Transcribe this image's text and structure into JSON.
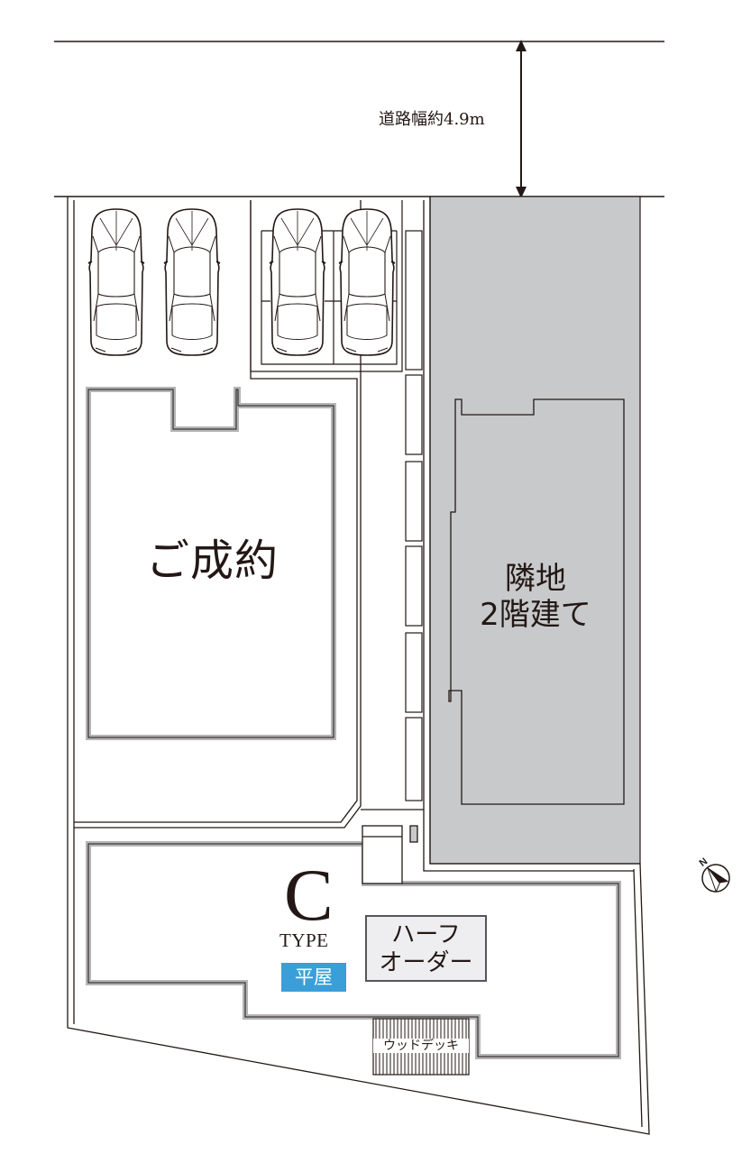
{
  "road": {
    "width_label": "道路幅約4.9m"
  },
  "lots": {
    "sold": {
      "label": "ご成約"
    },
    "neighbor": {
      "line1": "隣地",
      "line2": "2階建て"
    }
  },
  "house": {
    "type_letter": "C",
    "type_word": "TYPE",
    "style_badge": "平屋",
    "order_line1": "ハーフ",
    "order_line2": "オーダー",
    "deck_label": "ウッドデッキ"
  },
  "parking_spaces": [
    {
      "lot": "sold"
    },
    {
      "lot": "sold"
    },
    {
      "lot": "type-c"
    },
    {
      "lot": "type-c"
    }
  ],
  "colors": {
    "neighbor_fill": "#c8c9ca",
    "wall_gray": "#b4b5b6",
    "badge_blue": "#3a9fd8",
    "order_box": "#eeeef1",
    "line": "#231815"
  },
  "icons": {
    "compass": "north-arrow-icon",
    "car": "car-topview-icon"
  }
}
